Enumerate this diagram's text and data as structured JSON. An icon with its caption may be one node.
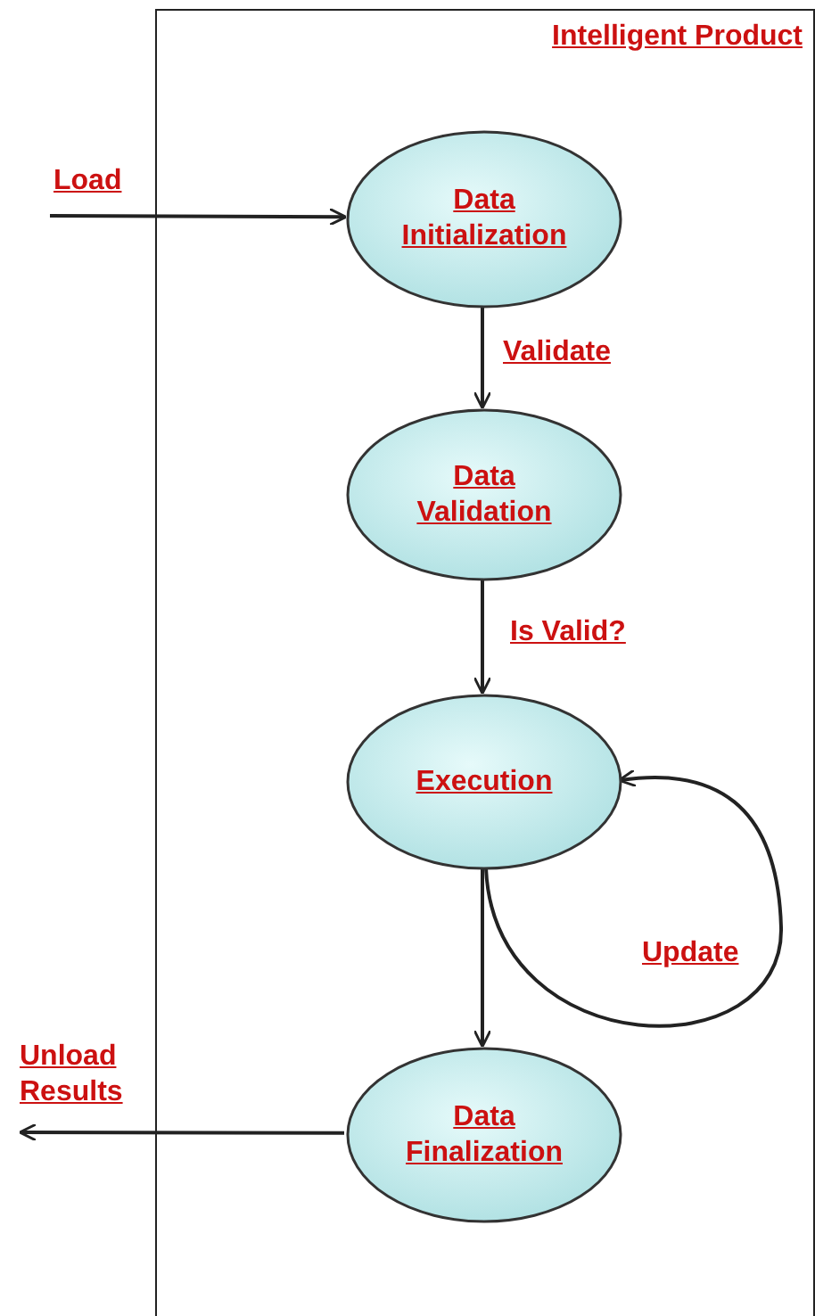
{
  "diagram": {
    "nodes": [
      {
        "text": [
          "Intelligent Product"
        ]
      },
      {
        "text": [
          "Data Initialization"
        ],
        "in": 0
      },
      {
        "text": [
          "Data Validation"
        ],
        "in": 0
      },
      {
        "text": [
          "Execution"
        ],
        "in": 0
      },
      {
        "text": [
          "Data Finalization"
        ],
        "in": 0
      }
    ],
    "edges": [
      {
        "from": null,
        "to": 1,
        "arrow": "to",
        "label": "Load"
      },
      {
        "from": 1,
        "to": 2,
        "arrow": "to",
        "label": "Validate"
      },
      {
        "from": 2,
        "to": 3,
        "arrow": "to",
        "label": "Is Valid?"
      },
      {
        "from": 3,
        "to": 3,
        "arrow": "to",
        "label": "Update"
      },
      {
        "from": 3,
        "to": 4,
        "arrow": "to"
      },
      {
        "from": 4,
        "to": null,
        "arrow": "to",
        "label": "Unload Results"
      }
    ]
  }
}
